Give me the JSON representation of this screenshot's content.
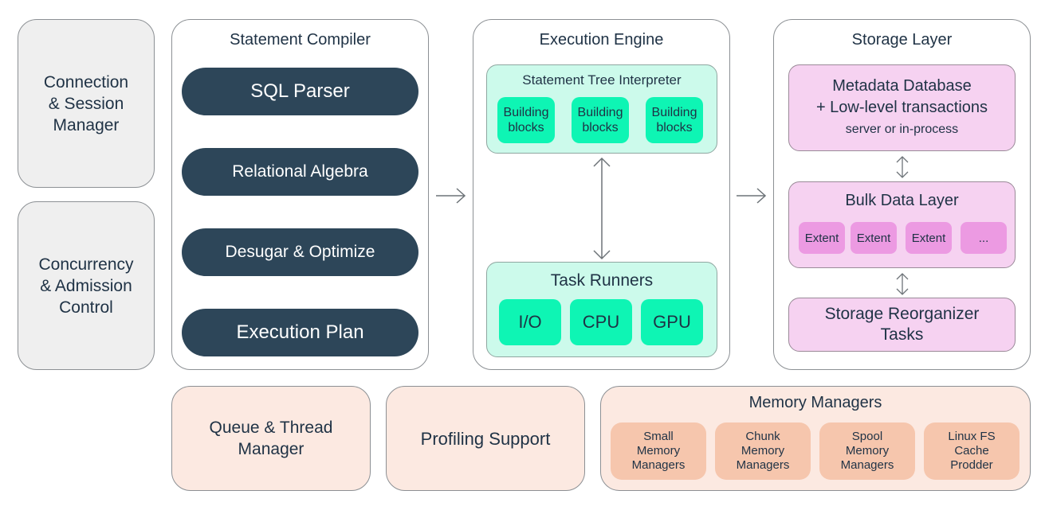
{
  "connection_manager": {
    "label_lines": [
      "Connection",
      "& Session",
      "Manager"
    ]
  },
  "concurrency_control": {
    "label_lines": [
      "Concurrency",
      "& Admission",
      "Control"
    ]
  },
  "statement_compiler": {
    "title": "Statement Compiler",
    "stages": [
      "SQL Parser",
      "Relational Algebra",
      "Desugar & Optimize",
      "Execution Plan"
    ]
  },
  "execution_engine": {
    "title": "Execution Engine",
    "interpreter": {
      "title": "Statement Tree Interpreter",
      "blocks": [
        "Building blocks",
        "Building blocks",
        "Building blocks"
      ]
    },
    "task_runners": {
      "title": "Task Runners",
      "runners": [
        "I/O",
        "CPU",
        "GPU"
      ]
    }
  },
  "storage_layer": {
    "title": "Storage Layer",
    "metadata": {
      "line1": "Metadata Database",
      "line2": "+ Low-level transactions",
      "line3": "server or in-process"
    },
    "bulk_data": {
      "title": "Bulk Data Layer",
      "extents": [
        "Extent",
        "Extent",
        "Extent",
        "..."
      ]
    },
    "reorganizer": {
      "line1": "Storage Reorganizer",
      "line2": "Tasks"
    }
  },
  "queue_thread_manager": {
    "label_lines": [
      "Queue & Thread",
      "Manager"
    ]
  },
  "profiling_support": {
    "label": "Profiling Support"
  },
  "memory_managers": {
    "title": "Memory Managers",
    "items": [
      {
        "lines": [
          "Small",
          "Memory",
          "Managers"
        ]
      },
      {
        "lines": [
          "Chunk",
          "Memory",
          "Managers"
        ]
      },
      {
        "lines": [
          "Spool",
          "Memory",
          "Managers"
        ]
      },
      {
        "lines": [
          "Linux FS",
          "Cache",
          "Prodder"
        ]
      }
    ]
  },
  "colors": {
    "navy": "#2d4659",
    "text": "#1f3245",
    "grey_box": "#efefef",
    "peach_box": "#fce9e1",
    "mint_panel": "#ccfaeb",
    "mint_chip": "#0ef5b4",
    "pink_panel": "#f6d2f1",
    "pink_chip": "#ec9ae2",
    "salmon_chip": "#f6c6ad",
    "border": "#8c9094"
  }
}
